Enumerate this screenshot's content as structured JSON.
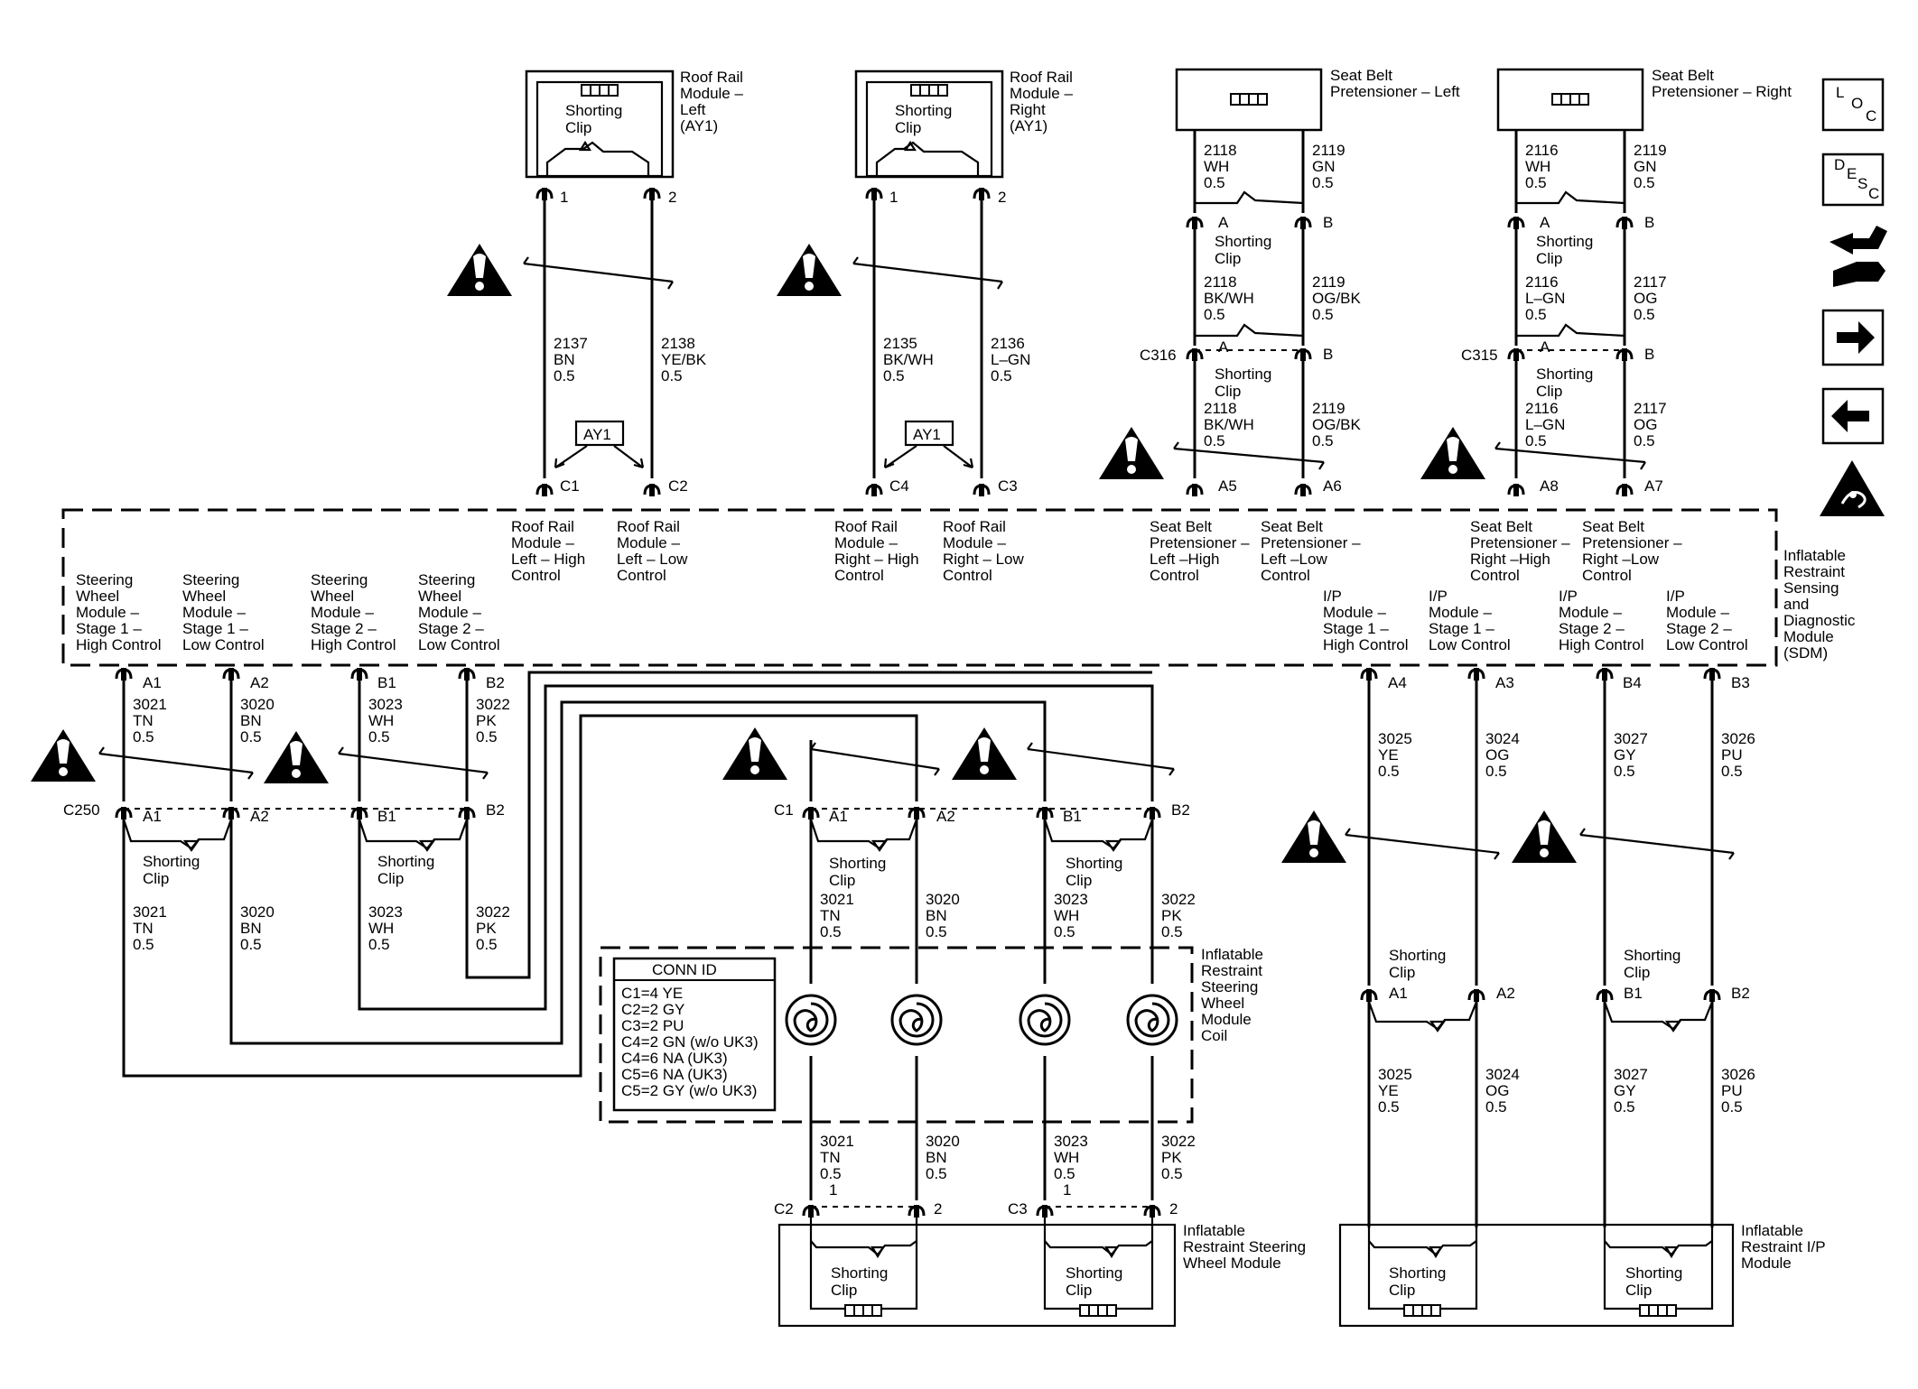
{
  "roof_rail_left": {
    "title": [
      "Roof Rail",
      "Module –",
      "Left",
      "(AY1)"
    ],
    "shorting_clip": [
      "Shorting",
      "Clip"
    ],
    "pins": [
      "1",
      "2"
    ],
    "wire_a": [
      "2137",
      "BN",
      "0.5"
    ],
    "wire_b": [
      "2138",
      "YE/BK",
      "0.5"
    ],
    "option": "AY1",
    "sdm_pins": [
      "C1",
      "C2"
    ],
    "sdm_labels_a": [
      "Roof Rail",
      "Module –",
      "Left – High",
      "Control"
    ],
    "sdm_labels_b": [
      "Roof Rail",
      "Module –",
      "Left – Low",
      "Control"
    ]
  },
  "roof_rail_right": {
    "title": [
      "Roof Rail",
      "Module –",
      "Right",
      "(AY1)"
    ],
    "shorting_clip": [
      "Shorting",
      "Clip"
    ],
    "pins": [
      "1",
      "2"
    ],
    "wire_a": [
      "2135",
      "BK/WH",
      "0.5"
    ],
    "wire_b": [
      "2136",
      "L–GN",
      "0.5"
    ],
    "option": "AY1",
    "sdm_pins": [
      "C4",
      "C3"
    ],
    "sdm_labels_a": [
      "Roof Rail",
      "Module –",
      "Right – High",
      "Control"
    ],
    "sdm_labels_b": [
      "Roof Rail",
      "Module –",
      "Right – Low",
      "Control"
    ]
  },
  "seat_belt_left": {
    "title": [
      "Seat Belt",
      "Pretensioner – Left"
    ],
    "wire_top_a": [
      "2118",
      "WH",
      "0.5"
    ],
    "wire_top_b": [
      "2119",
      "GN",
      "0.5"
    ],
    "pins": [
      "A",
      "B"
    ],
    "clip1": [
      "Shorting",
      "Clip"
    ],
    "wire_mid_a": [
      "2118",
      "BK/WH",
      "0.5"
    ],
    "wire_mid_b": [
      "2119",
      "OG/BK",
      "0.5"
    ],
    "connector": "C316",
    "clip2": [
      "Shorting",
      "Clip"
    ],
    "wire_low_a": [
      "2118",
      "BK/WH",
      "0.5"
    ],
    "wire_low_b": [
      "2119",
      "OG/BK",
      "0.5"
    ],
    "sdm_pins": [
      "A5",
      "A6"
    ],
    "sdm_labels_a": [
      "Seat Belt",
      "Pretensioner –",
      "Left –High",
      "Control"
    ],
    "sdm_labels_b": [
      "Seat Belt",
      "Pretensioner –",
      "Left –Low",
      "Control"
    ]
  },
  "seat_belt_right": {
    "title": [
      "Seat Belt",
      "Pretensioner – Right"
    ],
    "wire_top_a": [
      "2116",
      "WH",
      "0.5"
    ],
    "wire_top_b": [
      "2119",
      "GN",
      "0.5"
    ],
    "pins": [
      "A",
      "B"
    ],
    "clip1": [
      "Shorting",
      "Clip"
    ],
    "wire_mid_a": [
      "2116",
      "L–GN",
      "0.5"
    ],
    "wire_mid_b": [
      "2117",
      "OG",
      "0.5"
    ],
    "connector": "C315",
    "clip2": [
      "Shorting",
      "Clip"
    ],
    "wire_low_a": [
      "2116",
      "L–GN",
      "0.5"
    ],
    "wire_low_b": [
      "2117",
      "OG",
      "0.5"
    ],
    "sdm_pins": [
      "A8",
      "A7"
    ],
    "sdm_labels_a": [
      "Seat Belt",
      "Pretensioner –",
      "Right –High",
      "Control"
    ],
    "sdm_labels_b": [
      "Seat Belt",
      "Pretensioner –",
      "Right –Low",
      "Control"
    ]
  },
  "sdm": {
    "title": [
      "Inflatable",
      "Restraint",
      "Sensing",
      "and",
      "Diagnostic",
      "Module",
      "(SDM)"
    ],
    "steering_labels": [
      [
        "Steering",
        "Wheel",
        "Module –",
        "Stage 1 –",
        "High Control"
      ],
      [
        "Steering",
        "Wheel",
        "Module –",
        "Stage 1 –",
        "Low Control"
      ],
      [
        "Steering",
        "Wheel",
        "Module –",
        "Stage 2 –",
        "High Control"
      ],
      [
        "Steering",
        "Wheel",
        "Module –",
        "Stage 2 –",
        "Low Control"
      ]
    ],
    "steering_pins": [
      "A1",
      "A2",
      "B1",
      "B2"
    ],
    "ip_labels": [
      [
        "I/P",
        "Module –",
        "Stage 1 –",
        "High Control"
      ],
      [
        "I/P",
        "Module –",
        "Stage 1 –",
        "Low Control"
      ],
      [
        "I/P",
        "Module –",
        "Stage 2 –",
        "High Control"
      ],
      [
        "I/P",
        "Module –",
        "Stage 2 –",
        "Low Control"
      ]
    ],
    "ip_pins": [
      "A4",
      "A3",
      "B4",
      "B3"
    ]
  },
  "steering_wires": [
    [
      "3021",
      "TN",
      "0.5"
    ],
    [
      "3020",
      "BN",
      "0.5"
    ],
    [
      "3023",
      "WH",
      "0.5"
    ],
    [
      "3022",
      "PK",
      "0.5"
    ]
  ],
  "c250": {
    "connector": "C250",
    "pins": [
      "A1",
      "A2",
      "B1",
      "B2"
    ],
    "clip": [
      "Shorting",
      "Clip"
    ]
  },
  "coil": {
    "title": [
      "Inflatable",
      "Restraint",
      "Steering",
      "Wheel",
      "Module",
      "Coil"
    ],
    "connector_c1": "C1",
    "pins": [
      "A1",
      "A2",
      "B1",
      "B2"
    ],
    "clip": [
      "Shorting",
      "Clip"
    ],
    "conn_id_title": "CONN ID",
    "conn_id": [
      "C1=4 YE",
      "C2=2 GY",
      "C3=2 PU",
      "C4=2 GN (w/o UK3)",
      "C4=6 NA (UK3)",
      "C5=6 NA (UK3)",
      "C5=2 GY (w/o UK3)"
    ]
  },
  "steering_module": {
    "title": [
      "Inflatable",
      "Restraint Steering",
      "Wheel Module"
    ],
    "connectors": [
      "C2",
      "C3"
    ],
    "pins": [
      "1",
      "2"
    ],
    "clip": [
      "Shorting",
      "Clip"
    ]
  },
  "ip_wires": [
    [
      "3025",
      "YE",
      "0.5"
    ],
    [
      "3024",
      "OG",
      "0.5"
    ],
    [
      "3027",
      "GY",
      "0.5"
    ],
    [
      "3026",
      "PU",
      "0.5"
    ]
  ],
  "ip_connector": {
    "pins": [
      "A1",
      "A2",
      "B1",
      "B2"
    ],
    "clip": [
      "Shorting",
      "Clip"
    ]
  },
  "ip_module": {
    "title": [
      "Inflatable",
      "Restraint I/P",
      "Module"
    ],
    "clip": [
      "Shorting",
      "Clip"
    ]
  },
  "nav": {
    "loc": [
      "L",
      "O",
      "C"
    ],
    "desc": [
      "D",
      "E",
      "S",
      "C"
    ]
  }
}
